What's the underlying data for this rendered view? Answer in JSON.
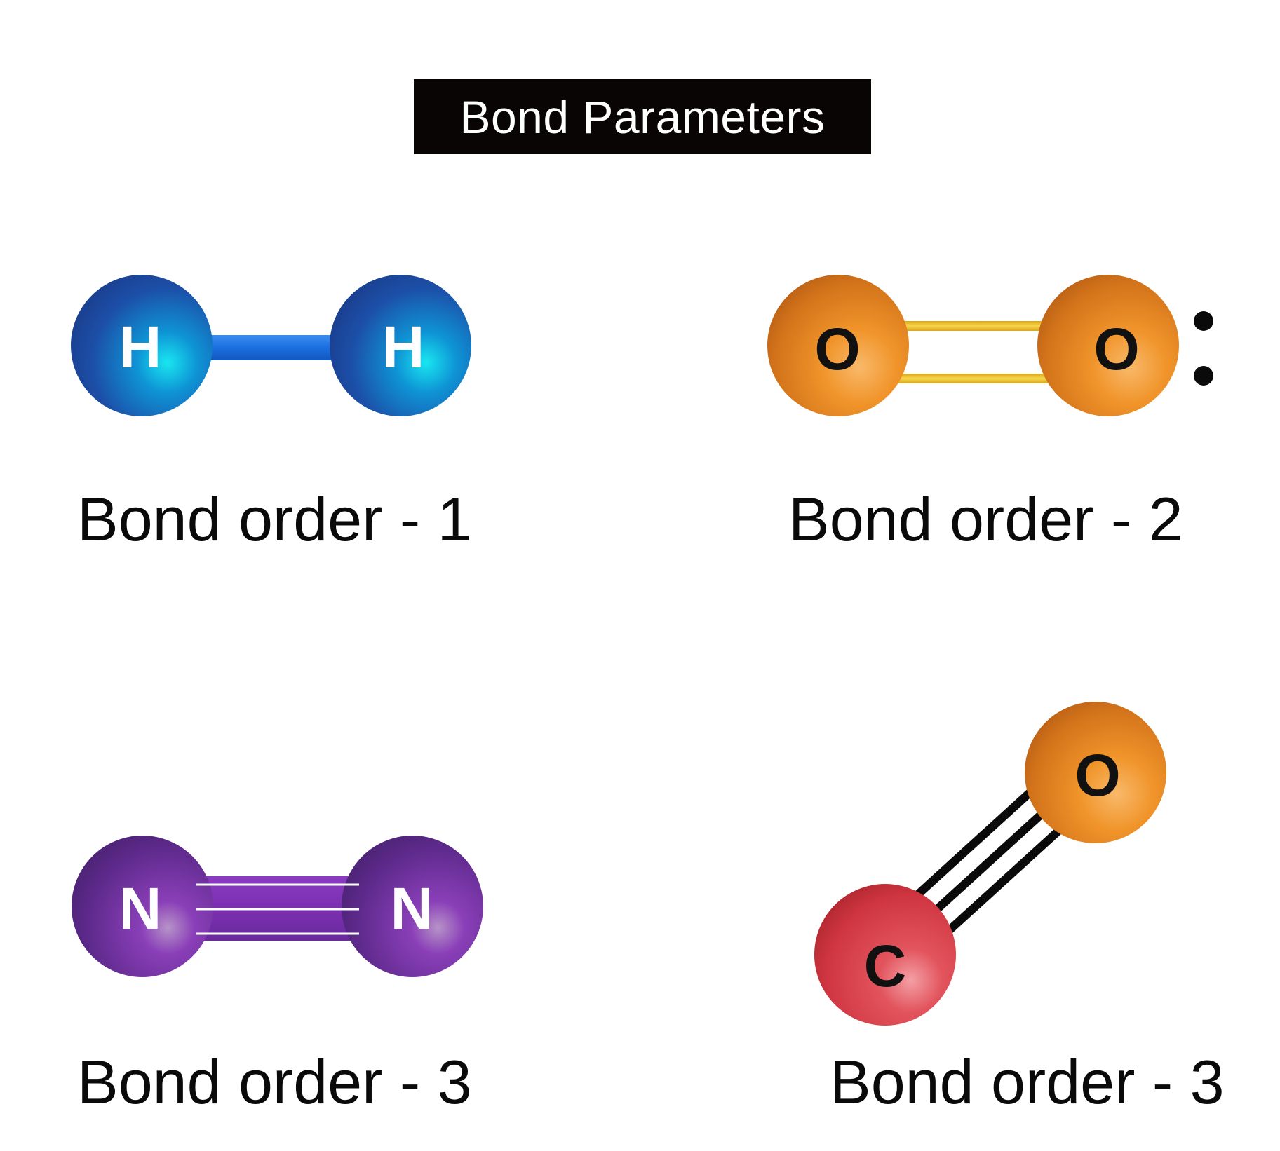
{
  "title": "Bond Parameters",
  "molecules": [
    {
      "atoms": [
        "H",
        "H"
      ],
      "caption": "Bond order - 1"
    },
    {
      "atoms": [
        "O",
        "O"
      ],
      "lone_pair": ":",
      "caption": "Bond order - 2"
    },
    {
      "atoms": [
        "N",
        "N"
      ],
      "caption": "Bond order - 3"
    },
    {
      "atoms": [
        "O",
        "C"
      ],
      "caption": "Bond order - 3"
    }
  ],
  "colors": {
    "hydrogen": "#1a4fae",
    "oxygen": "#e4801f",
    "nitrogen": "#6a2f9a",
    "carbon": "#d8404a",
    "single_bond": "#1b6fe0",
    "double_bond": "#f2c433",
    "triple_bond_nn": "#7b2fb0",
    "triple_bond_co": "#000000"
  }
}
